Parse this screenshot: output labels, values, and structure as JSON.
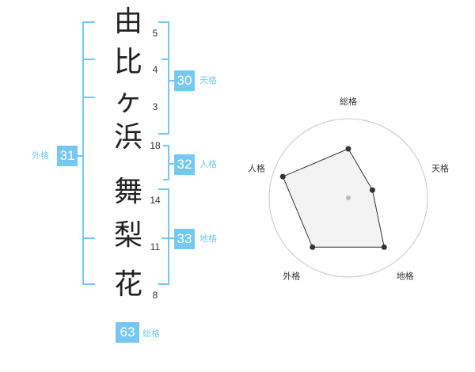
{
  "name": {
    "chars": [
      "由",
      "比",
      "ヶ",
      "浜",
      "舞",
      "梨",
      "花"
    ],
    "strokes": [
      "5",
      "4",
      "3",
      "18",
      "14",
      "11",
      "8"
    ]
  },
  "kaku": {
    "tenkaku": {
      "value": "30",
      "label": "天格"
    },
    "jinkaku": {
      "value": "32",
      "label": "人格"
    },
    "chikaku": {
      "value": "33",
      "label": "地格"
    },
    "gaikaku": {
      "value": "31",
      "label": "外格"
    },
    "soukaku": {
      "value": "63",
      "label": "総格"
    }
  },
  "radar": {
    "axes": [
      "総格",
      "天格",
      "地格",
      "外格",
      "人格"
    ],
    "levels": [
      0.62,
      0.32,
      0.77,
      0.77,
      0.87
    ],
    "colors": {
      "fill": "#f1f1f1",
      "line": "#333333",
      "ring": "#c8c8c8",
      "point": "#333333",
      "center": "#bbbbbb"
    }
  },
  "accent_color": "#76c8f0"
}
